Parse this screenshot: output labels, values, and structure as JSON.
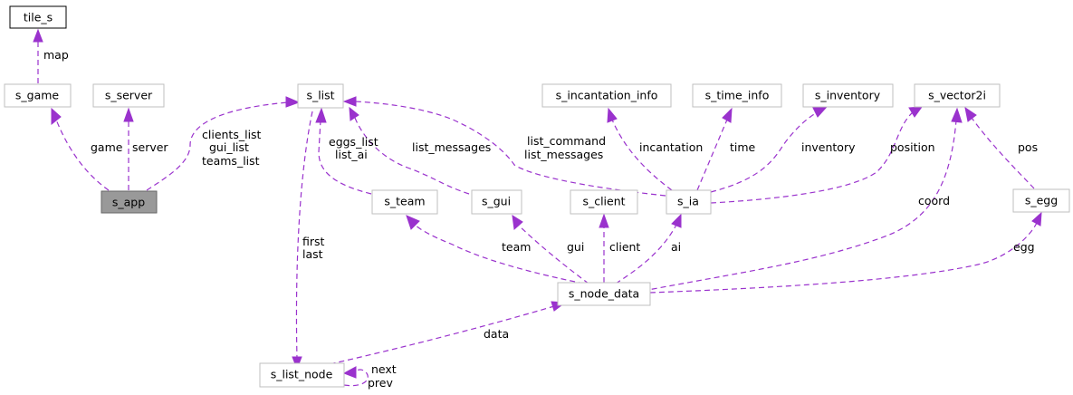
{
  "nodes": {
    "tile_s": "tile_s",
    "s_game": "s_game",
    "s_server": "s_server",
    "s_app": "s_app",
    "s_list": "s_list",
    "s_incantation_info": "s_incantation_info",
    "s_time_info": "s_time_info",
    "s_inventory": "s_inventory",
    "s_vector2i": "s_vector2i",
    "s_team": "s_team",
    "s_gui": "s_gui",
    "s_client": "s_client",
    "s_ia": "s_ia",
    "s_egg": "s_egg",
    "s_node_data": "s_node_data",
    "s_list_node": "s_list_node"
  },
  "edge_labels": {
    "map": "map",
    "game": "game",
    "server": "server",
    "app_lists_1": "clients_list",
    "app_lists_2": "gui_list",
    "app_lists_3": "teams_list",
    "team_lists_1": "eggs_list",
    "team_lists_2": "list_ai",
    "list_messages": "list_messages",
    "ia_lists_1": "list_command",
    "ia_lists_2": "list_messages",
    "incantation": "incantation",
    "time": "time",
    "inventory": "inventory",
    "position": "position",
    "pos": "pos",
    "coord": "coord",
    "egg": "egg",
    "team": "team",
    "gui": "gui",
    "client": "client",
    "ai": "ai",
    "first": "first",
    "last": "last",
    "data": "data",
    "next": "next",
    "prev": "prev"
  },
  "colors": {
    "edge": "#9a32cd",
    "node_border": "#bfbfbf",
    "focus_fill": "#999999"
  }
}
